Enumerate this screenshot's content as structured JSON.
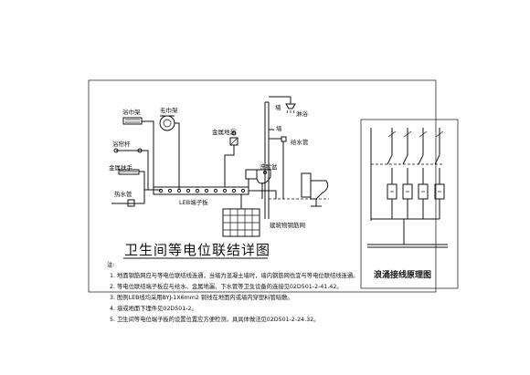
{
  "diagram": {
    "labels": {
      "towel_rack": "浴巾架",
      "hand_towel_rack": "毛巾架",
      "curtain_rod": "浴帘杆",
      "metal_grab_bar": "金属扶手",
      "hot_water_pipe": "热水管",
      "metal_floor_drain": "金属地漏",
      "leb_box": "LEB端子板",
      "wall_left": "墙",
      "shower": "淋浴",
      "wall_right": "墙",
      "water_supply_pipe": "给水管",
      "washbasin": "洗脸盆",
      "rebar_mesh": "建筑物钢筋网"
    },
    "title": "卫生间等电位联结详图",
    "notes_head": "注:",
    "notes": [
      "1. 地面钢筋网应与等电位联结线连通，当墙为混凝土墙时，墙内钢筋网也宜与等电位联结线连通。",
      "2. 等电位联结端子板应与给水、金属地漏、下水管等卫生设备的连接见02D501-2-41.42。",
      "3. 图例LEB线均采用BYJ-1X6mm2 铜线在地面内或墙内穿塑料管暗敷。",
      "4. 墙或地面下埋件见02D501-2。",
      "5. 卫生间等电位端子板的设置位置应方便检测，具具体做法见02D501-2-24.32。"
    ],
    "right_title": "浪涌接线原理图"
  }
}
